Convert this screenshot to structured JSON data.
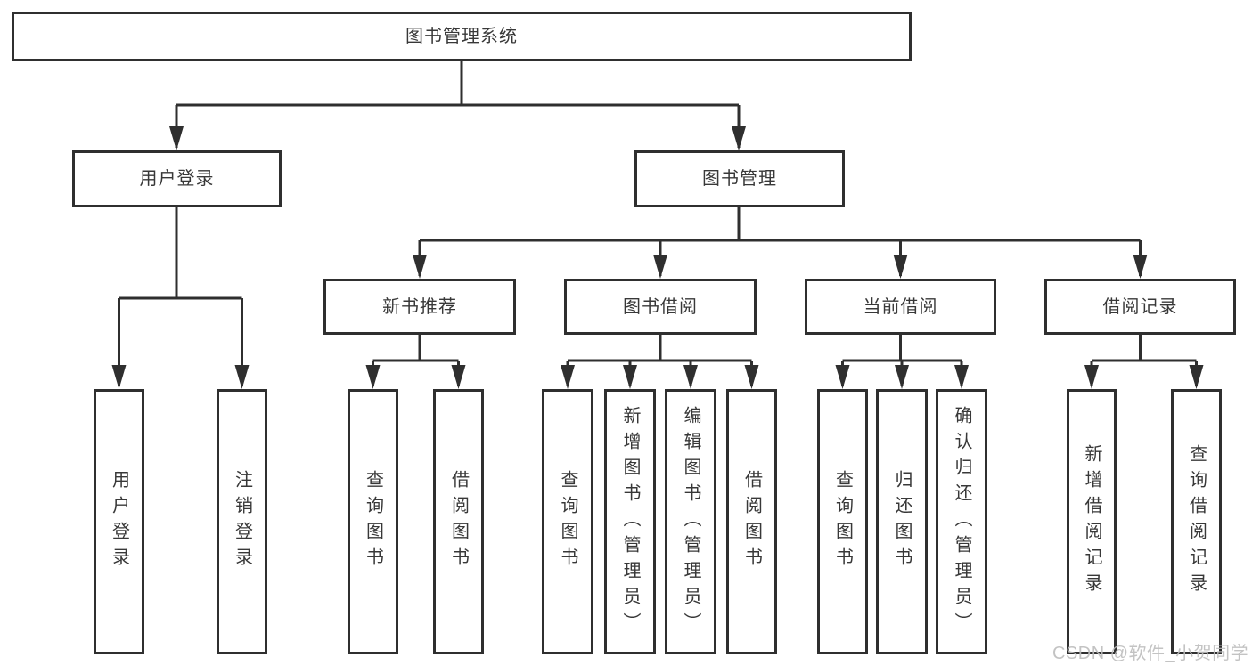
{
  "colors": {
    "background": "#ffffff",
    "line": "#2f2f2f",
    "box_border": "#2f2f2f",
    "text": "#383838",
    "watermark": "#bdbdbd"
  },
  "diagram": {
    "root": {
      "label": "图书管理系统"
    },
    "branches": [
      {
        "label": "用户登录",
        "children": [
          {
            "label": "用户登录"
          },
          {
            "label": "注销登录"
          }
        ]
      },
      {
        "label": "图书管理",
        "children": [
          {
            "label": "新书推荐",
            "children": [
              {
                "label": "查询图书"
              },
              {
                "label": "借阅图书"
              }
            ]
          },
          {
            "label": "图书借阅",
            "children": [
              {
                "label": "查询图书"
              },
              {
                "label": "新增图书（管理员）"
              },
              {
                "label": "编辑图书（管理员）"
              },
              {
                "label": "借阅图书"
              }
            ]
          },
          {
            "label": "当前借阅",
            "children": [
              {
                "label": "查询图书"
              },
              {
                "label": "归还图书"
              },
              {
                "label": "确认归还（管理员）"
              }
            ]
          },
          {
            "label": "借阅记录",
            "children": [
              {
                "label": "新增借阅记录"
              },
              {
                "label": "查询借阅记录"
              }
            ]
          }
        ]
      }
    ]
  },
  "watermark": {
    "text": "CSDN @软件_小贺同学"
  }
}
